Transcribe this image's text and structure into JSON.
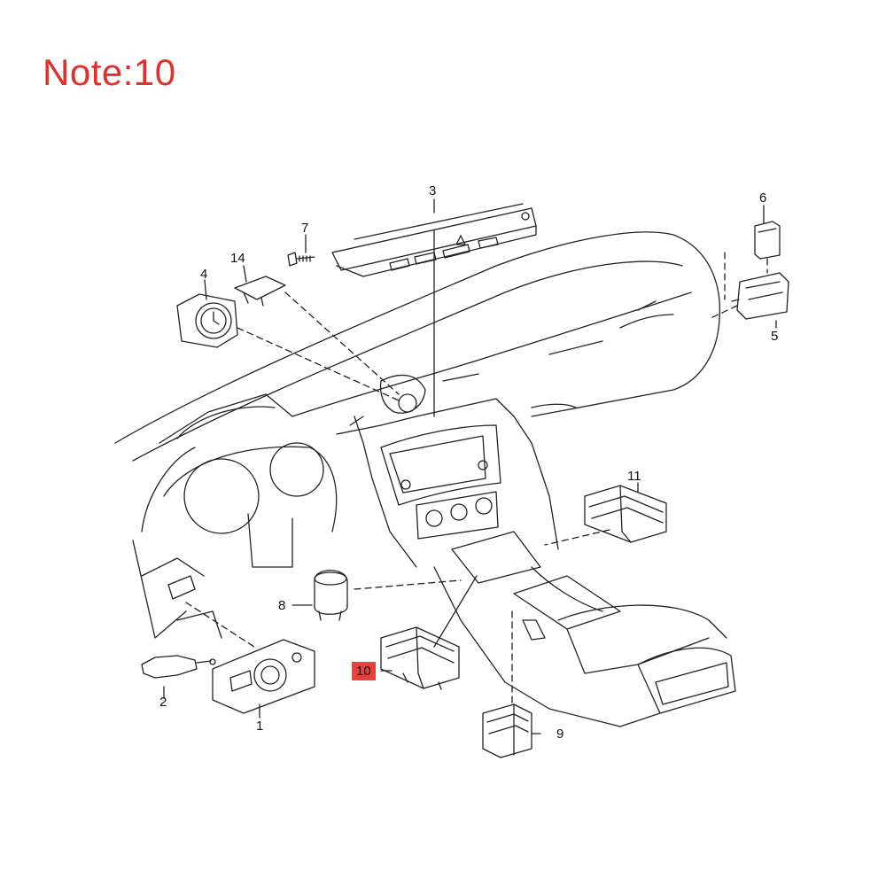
{
  "note": {
    "label": "Note:10"
  },
  "callouts": [
    {
      "id": "c1",
      "label": "1"
    },
    {
      "id": "c2",
      "label": "2"
    },
    {
      "id": "c3",
      "label": "3"
    },
    {
      "id": "c4",
      "label": "4"
    },
    {
      "id": "c5",
      "label": "5"
    },
    {
      "id": "c6",
      "label": "6"
    },
    {
      "id": "c7",
      "label": "7"
    },
    {
      "id": "c8",
      "label": "8"
    },
    {
      "id": "c9",
      "label": "9"
    },
    {
      "id": "c10",
      "label": "10",
      "highlighted": true
    },
    {
      "id": "c11",
      "label": "11"
    },
    {
      "id": "c14",
      "label": "14"
    }
  ],
  "colors": {
    "note": "#e0302a",
    "highlight": "#e8403a",
    "line": "#222222"
  }
}
